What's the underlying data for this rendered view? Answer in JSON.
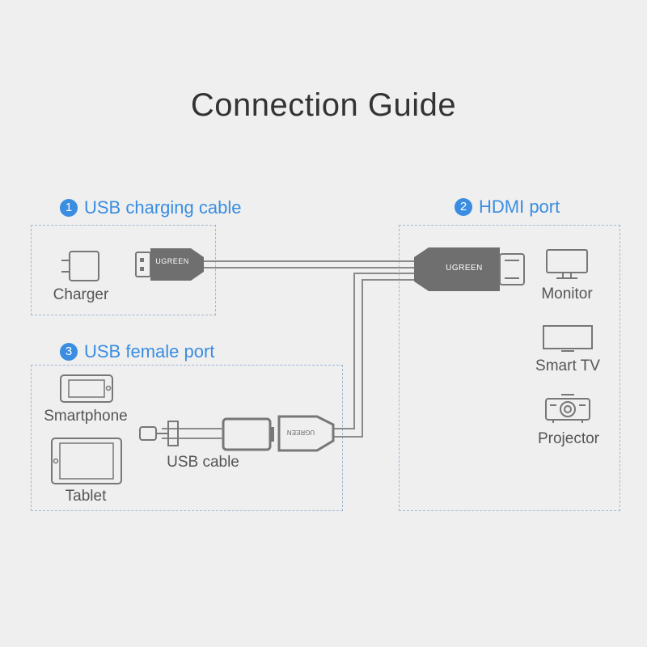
{
  "title": "Connection Guide",
  "sections": {
    "usb_charging": {
      "number": "1",
      "label": "USB charging cable"
    },
    "hdmi": {
      "number": "2",
      "label": "HDMI port"
    },
    "usb_female": {
      "number": "3",
      "label": "USB female port"
    }
  },
  "devices": {
    "charger": "Charger",
    "monitor": "Monitor",
    "smart_tv": "Smart TV",
    "projector": "Projector",
    "smartphone": "Smartphone",
    "tablet": "Tablet",
    "usb_cable": "USB cable"
  },
  "brand": "UGREEN",
  "colors": {
    "accent": "#3a8de0",
    "cable": "#8a8a8a",
    "plug": "#6f6f6f"
  }
}
